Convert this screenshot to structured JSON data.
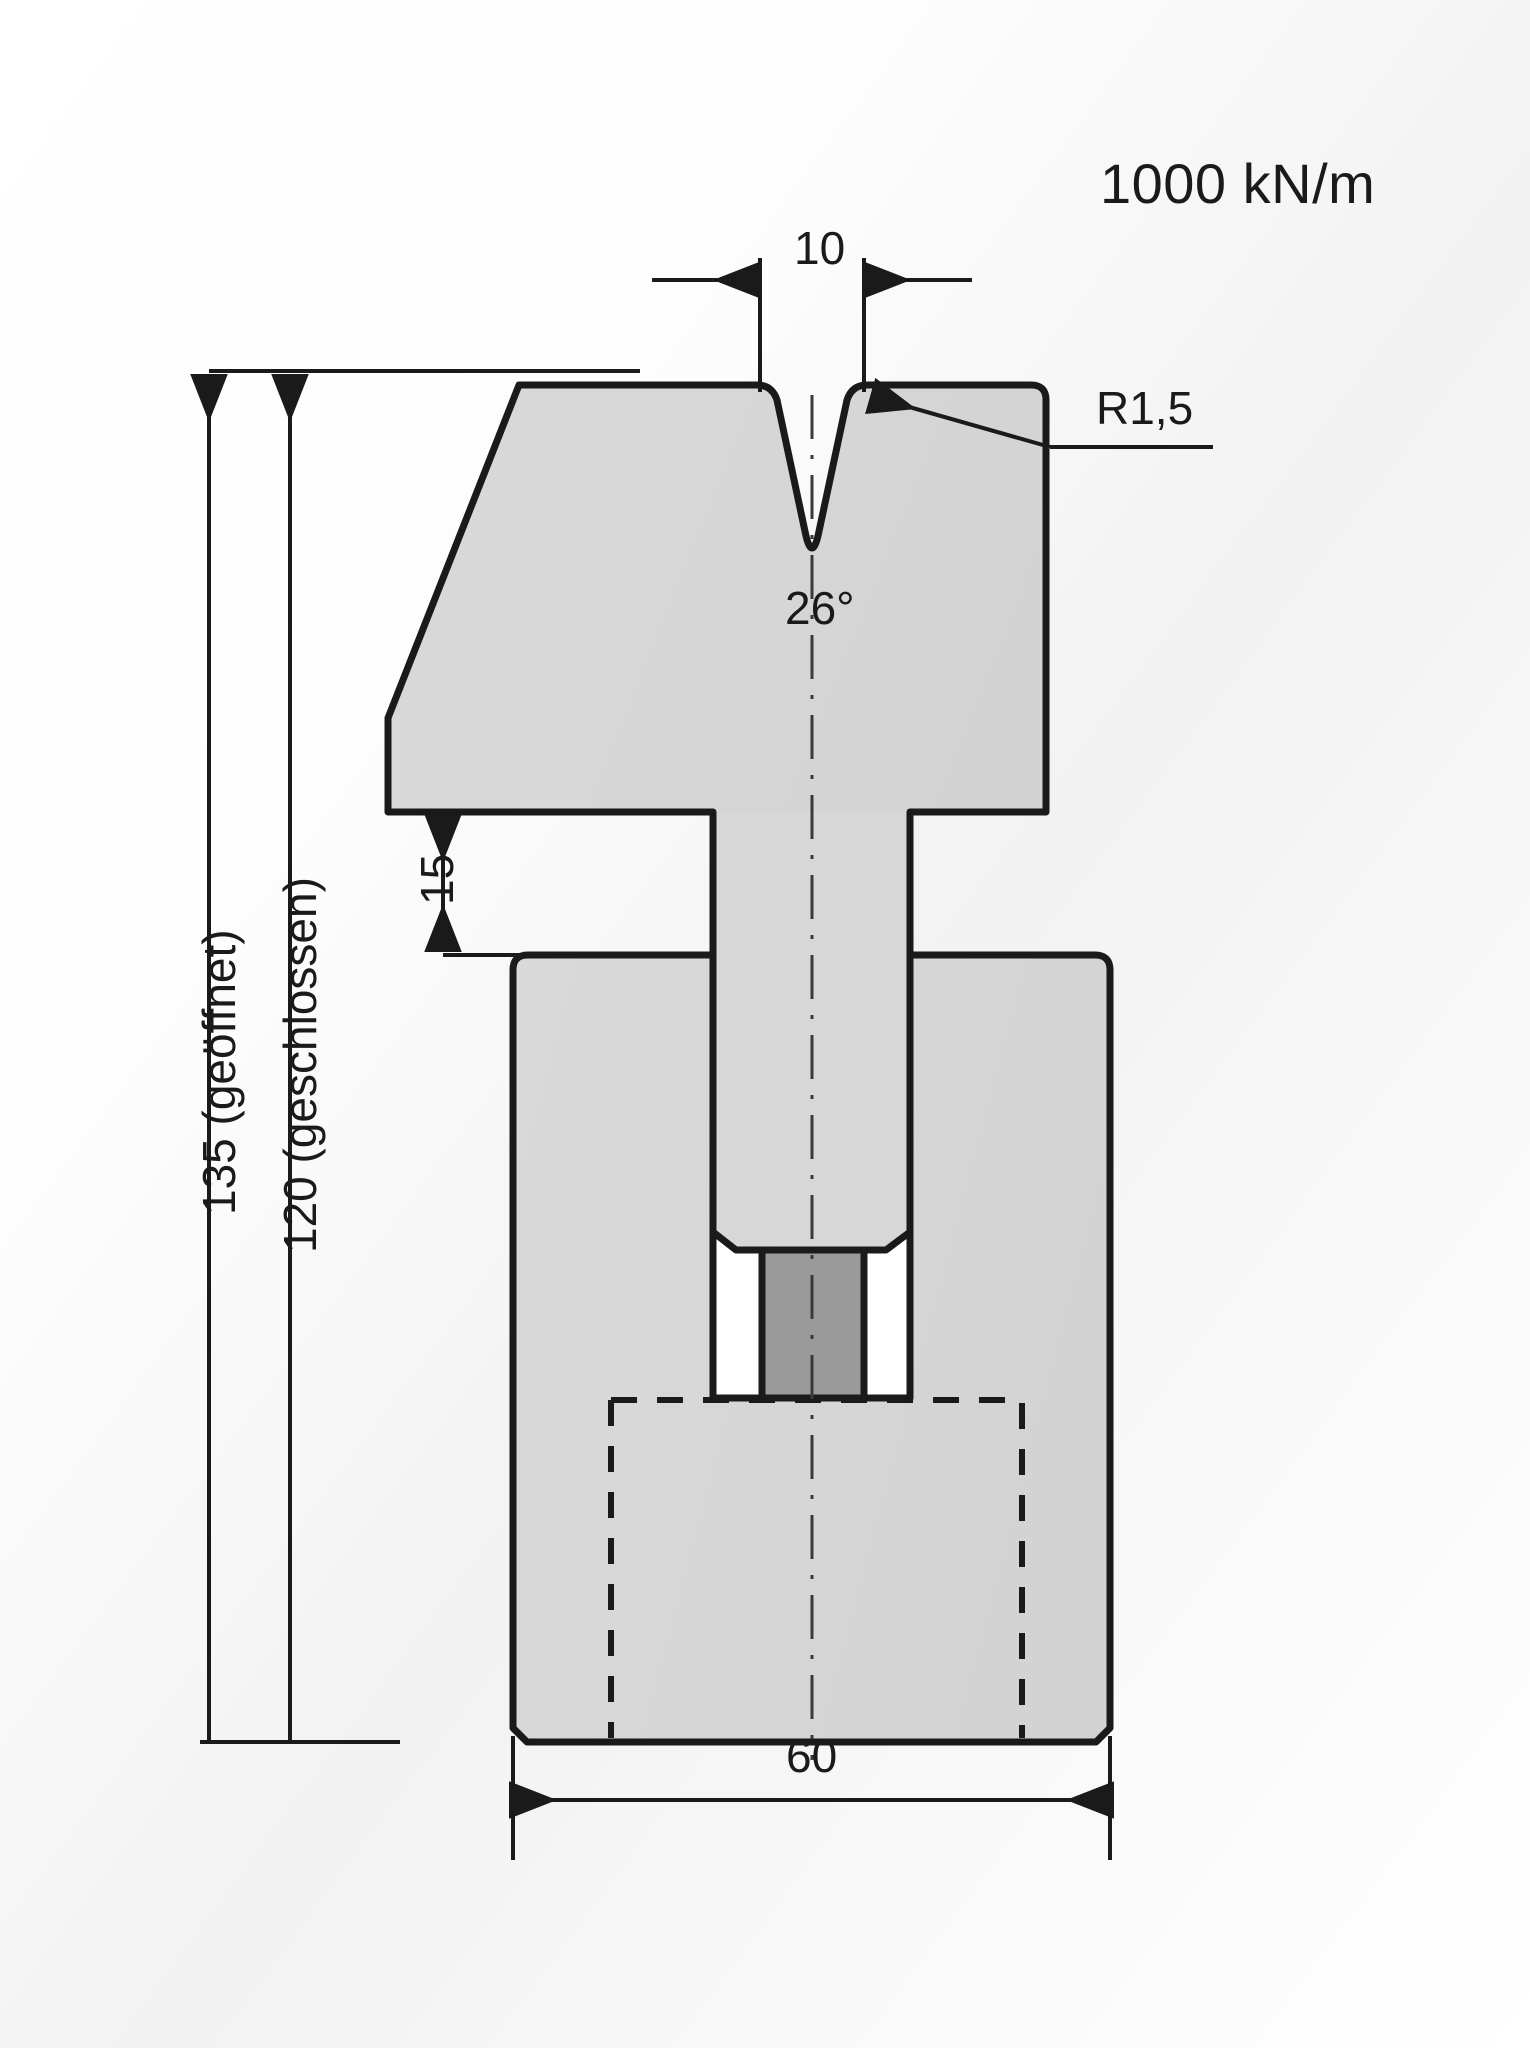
{
  "drawing": {
    "type": "technical-drawing",
    "subject": "press-brake-die-cross-section",
    "title_note": "",
    "force_rating": "1000 kN/m",
    "dimensions": {
      "v_opening": "10",
      "v_angle": "26°",
      "radius": "R1,5",
      "shoulder_height": "15",
      "height_open": "135 (geöffnet)",
      "height_closed": "120 (geschlossen)",
      "base_width": "60"
    },
    "labels": {
      "force": "1000 kN/m",
      "top_width": "10",
      "angle": "26°",
      "radius": "R1,5",
      "step": "15",
      "height_open": "135 (geöffnet)",
      "height_closed": "120 (geschlossen)",
      "width": "60"
    },
    "colors": {
      "body_fill": "#d6d6d6",
      "insert_fill": "#9a9a9a",
      "void_fill": "#ffffff",
      "line": "#1a1a1a",
      "text": "#1a1a1a",
      "background": "#fbfbfb"
    }
  }
}
